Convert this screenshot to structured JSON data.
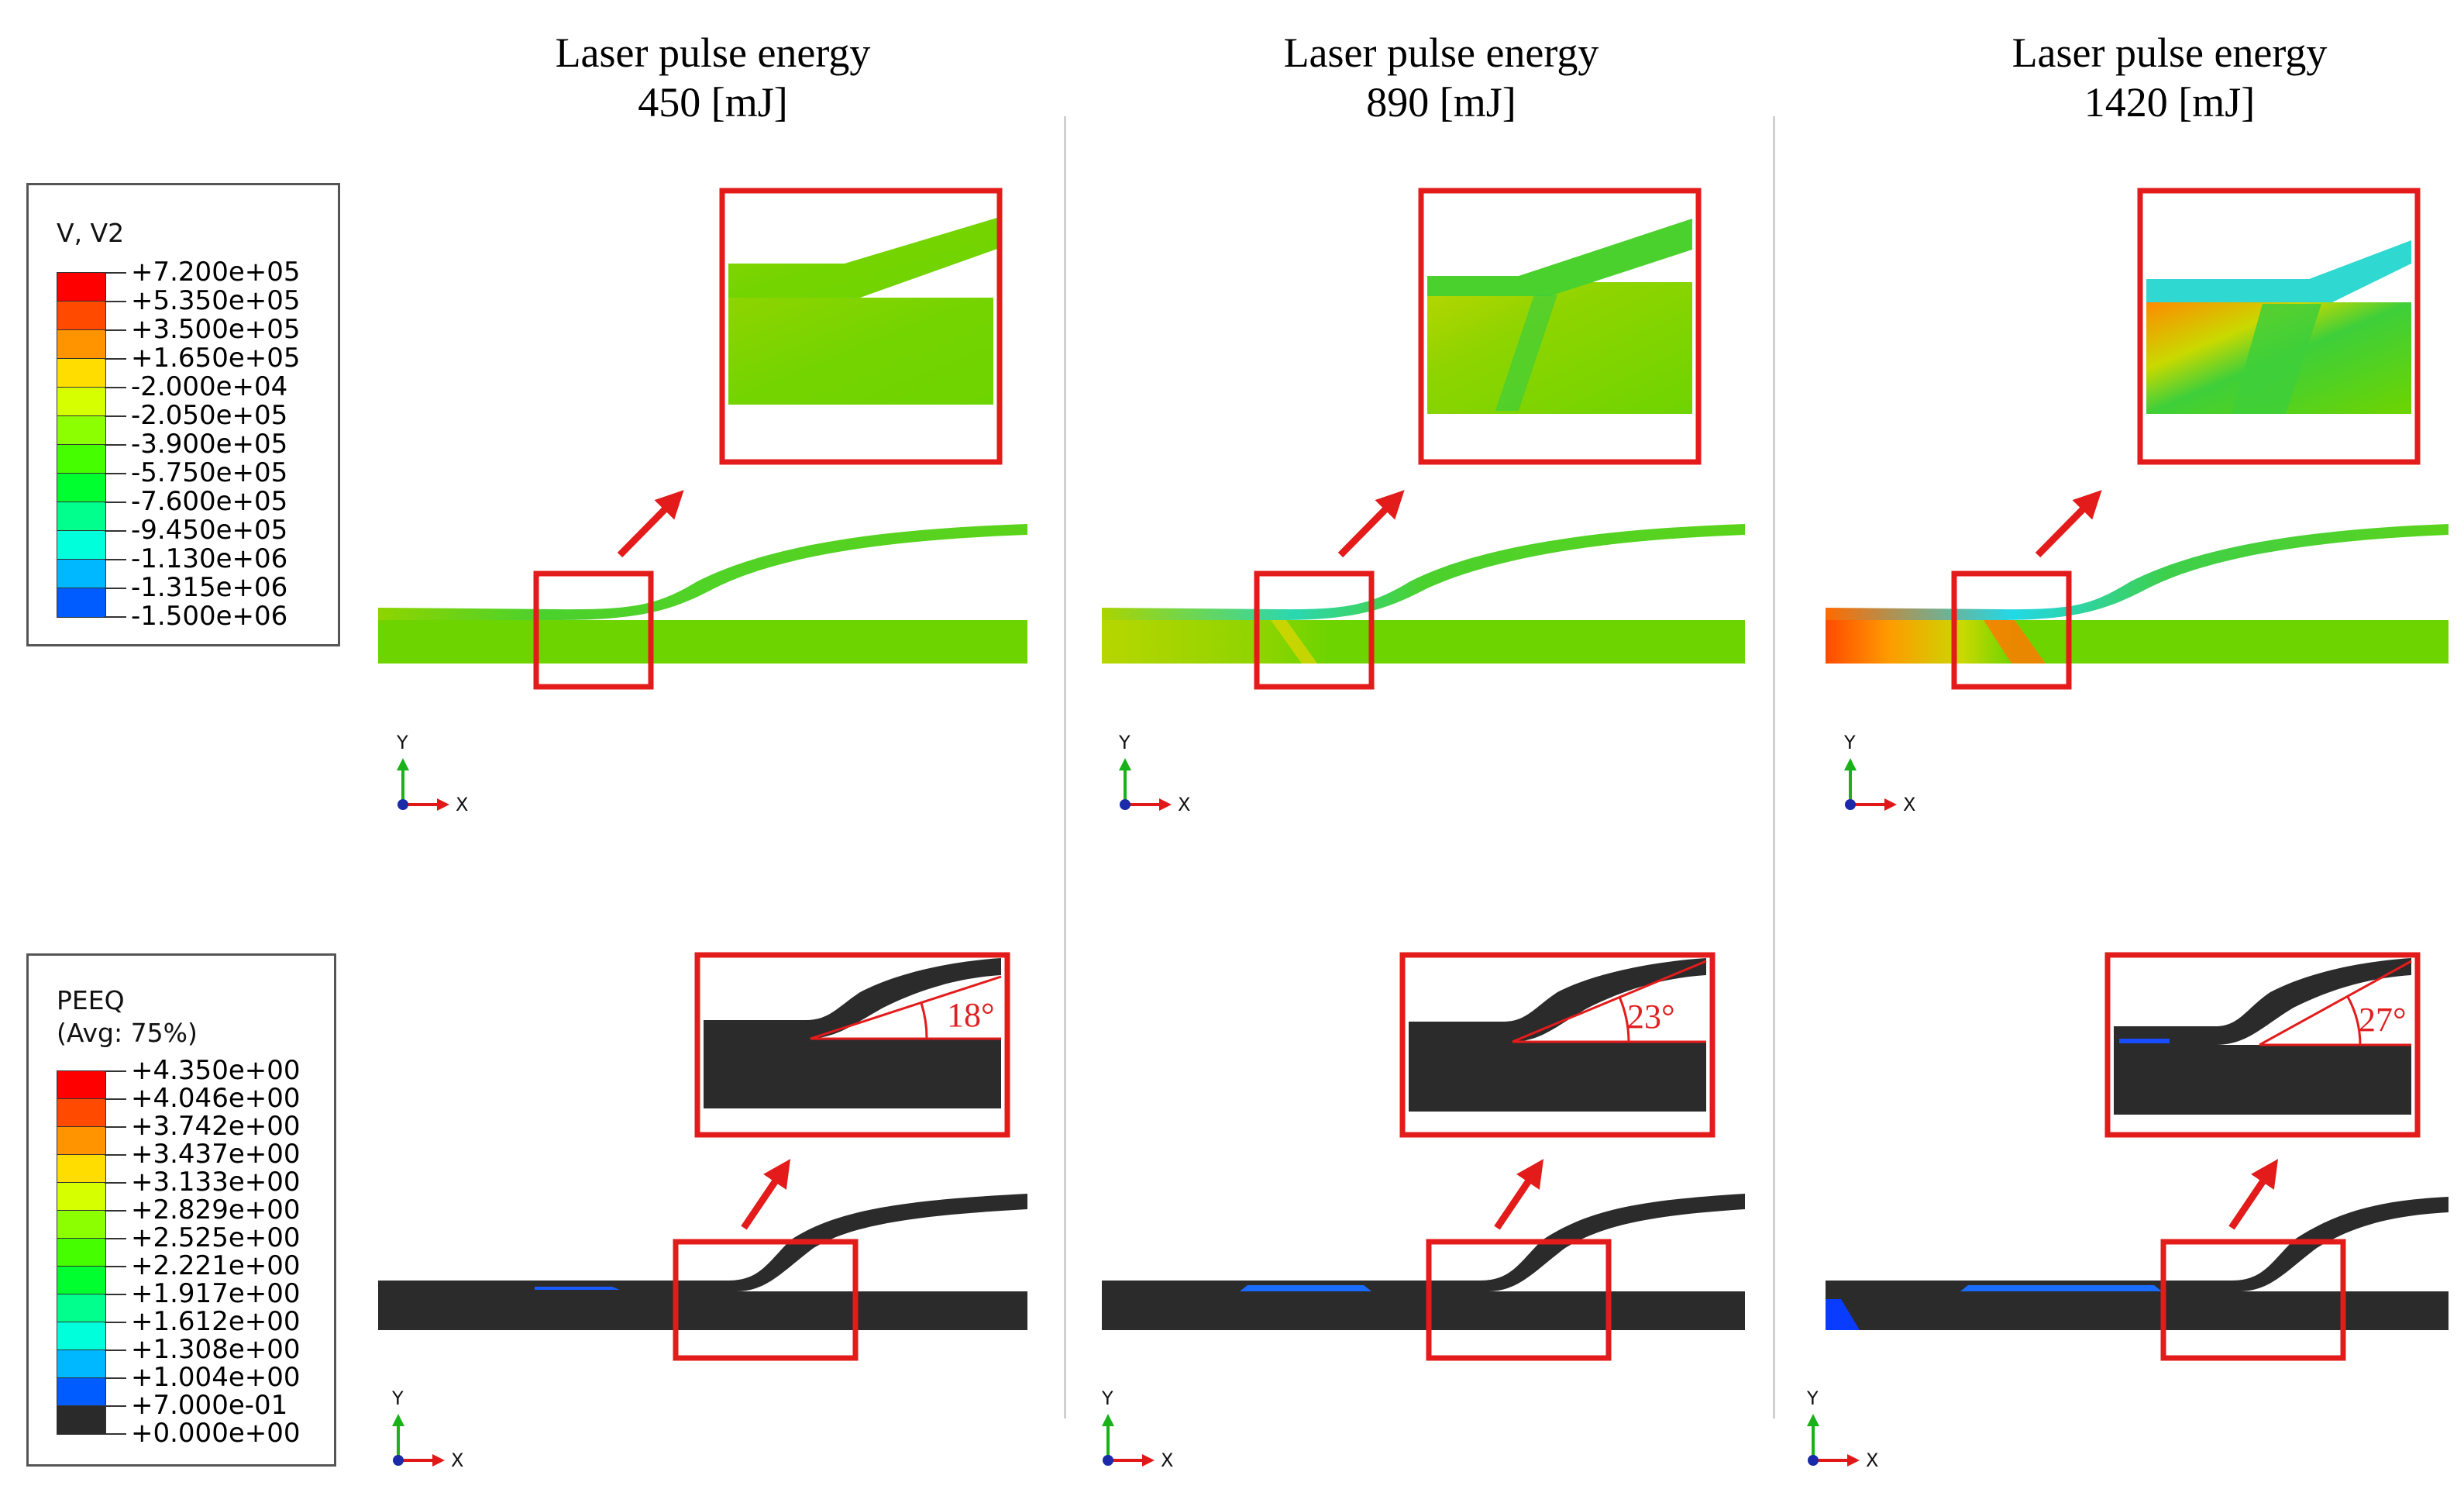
{
  "columns": [
    {
      "title_line1": "Laser pulse energy",
      "title_line2": "450 [mJ]",
      "angle": "18°"
    },
    {
      "title_line1": "Laser pulse energy",
      "title_line2": "890 [mJ]",
      "angle": "23°"
    },
    {
      "title_line1": "Laser pulse energy",
      "title_line2": "1420 [mJ]",
      "angle": "27°"
    }
  ],
  "legend_velocity": {
    "title_lines": [
      "V, V2"
    ],
    "labels": [
      "+7.200e+05",
      "+5.350e+05",
      "+3.500e+05",
      "+1.650e+05",
      "-2.000e+04",
      "-2.050e+05",
      "-3.900e+05",
      "-5.750e+05",
      "-7.600e+05",
      "-9.450e+05",
      "-1.130e+06",
      "-1.315e+06",
      "-1.500e+06"
    ],
    "colors": [
      "#ff0000",
      "#ff4a00",
      "#ff9400",
      "#ffdd00",
      "#d6ff00",
      "#8cff00",
      "#45ff00",
      "#00ff2e",
      "#00ff8c",
      "#00ffdb",
      "#00b8ff",
      "#005cff",
      "#0000ff"
    ]
  },
  "legend_peeq": {
    "title_lines": [
      "PEEQ",
      "(Avg: 75%)"
    ],
    "labels": [
      "+4.350e+00",
      "+4.046e+00",
      "+3.742e+00",
      "+3.437e+00",
      "+3.133e+00",
      "+2.829e+00",
      "+2.525e+00",
      "+2.221e+00",
      "+1.917e+00",
      "+1.612e+00",
      "+1.308e+00",
      "+1.004e+00",
      "+7.000e-01",
      "+0.000e+00"
    ],
    "colors": [
      "#ff0000",
      "#ff4a00",
      "#ff9400",
      "#ffdd00",
      "#d6ff00",
      "#8cff00",
      "#45ff00",
      "#00ff2e",
      "#00ff8c",
      "#00ffdb",
      "#00b8ff",
      "#005cff",
      "#0000ff",
      "#2a2a2a"
    ]
  },
  "axis": {
    "y_label": "Y",
    "x_label": "X"
  },
  "colors": {
    "highlight": "#e31b1b",
    "velocity_base": "#6ed400",
    "velocity_flyer_low": "#44cc33",
    "velocity_flyer_high": "#2ad6c8",
    "strain_base": "#2b2b2b"
  }
}
